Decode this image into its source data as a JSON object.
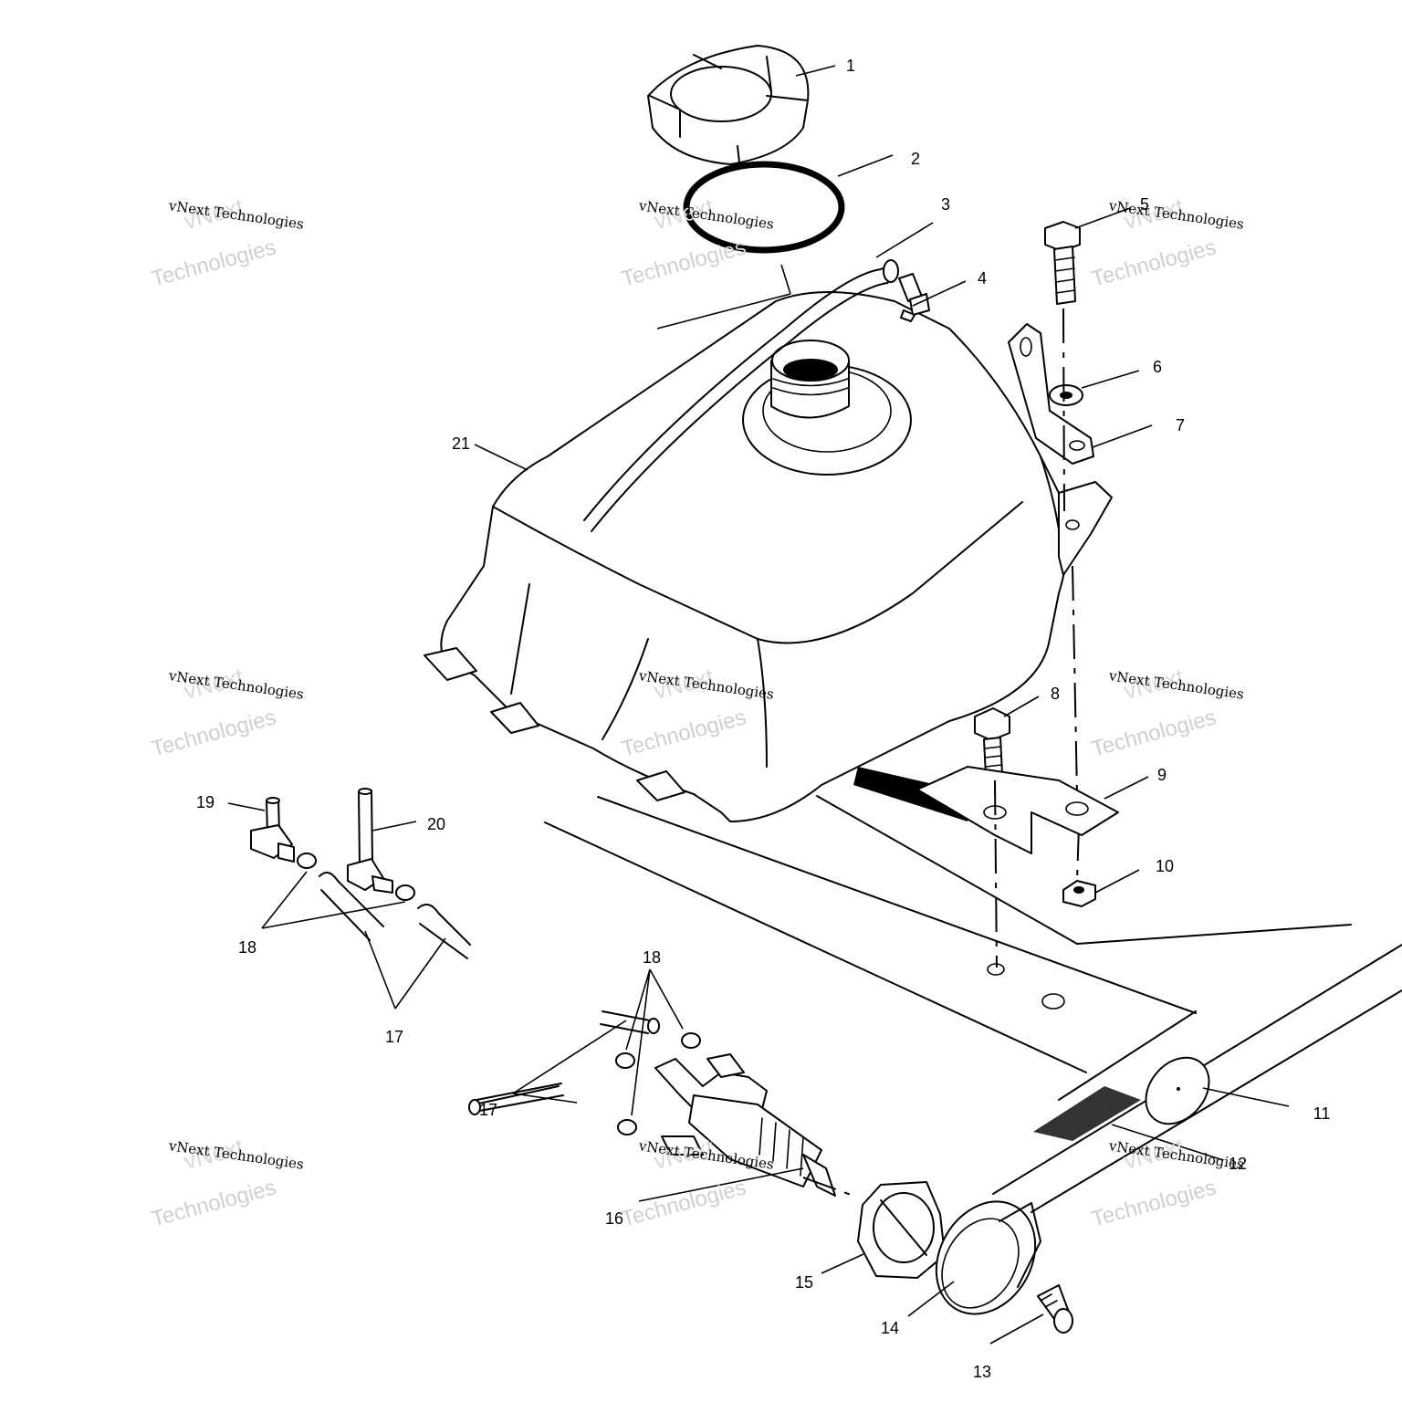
{
  "callouts": [
    {
      "id": "1",
      "text": "1"
    },
    {
      "id": "2",
      "text": "2"
    },
    {
      "id": "3",
      "text": "3"
    },
    {
      "id": "4",
      "text": "4"
    },
    {
      "id": "5",
      "text": "5"
    },
    {
      "id": "6",
      "text": "6"
    },
    {
      "id": "7",
      "text": "7"
    },
    {
      "id": "8",
      "text": "8"
    },
    {
      "id": "9",
      "text": "9"
    },
    {
      "id": "10",
      "text": "10"
    },
    {
      "id": "11",
      "text": "11"
    },
    {
      "id": "12",
      "text": "12"
    },
    {
      "id": "13",
      "text": "13"
    },
    {
      "id": "14",
      "text": "14"
    },
    {
      "id": "15",
      "text": "15"
    },
    {
      "id": "16",
      "text": "16"
    },
    {
      "id": "17a",
      "text": "17"
    },
    {
      "id": "17b",
      "text": "17"
    },
    {
      "id": "18a",
      "text": "18"
    },
    {
      "id": "18b",
      "text": "18"
    },
    {
      "id": "19",
      "text": "19"
    },
    {
      "id": "20",
      "text": "20"
    },
    {
      "id": "21",
      "text": "21"
    }
  ],
  "watermark": {
    "line1": "vNext Technologies",
    "line2": "vNext",
    "line3": "Technologies"
  }
}
